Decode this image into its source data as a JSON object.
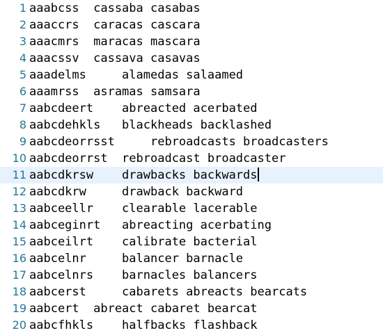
{
  "editor": {
    "lines": [
      {
        "number": "1",
        "text": "aaabcss  cassaba casabas"
      },
      {
        "number": "2",
        "text": "aaaccrs  caracas cascara"
      },
      {
        "number": "3",
        "text": "aaacmrs  maracas mascara"
      },
      {
        "number": "4",
        "text": "aaacssv  cassava casavas"
      },
      {
        "number": "5",
        "text": "aaadelms     alamedas salaamed"
      },
      {
        "number": "6",
        "text": "aaamrss  asramas samsara"
      },
      {
        "number": "7",
        "text": "aabcdeert    abreacted acerbated"
      },
      {
        "number": "8",
        "text": "aabcdehkls   blackheads backlashed"
      },
      {
        "number": "9",
        "text": "aabcdeorrsst     rebroadcasts broadcasters"
      },
      {
        "number": "10",
        "text": "aabcdeorrst  rebroadcast broadcaster"
      },
      {
        "number": "11",
        "text": "aabcdkrsw    drawbacks backwards"
      },
      {
        "number": "12",
        "text": "aabcdkrw     drawback backward"
      },
      {
        "number": "13",
        "text": "aabceellr    clearable lacerable"
      },
      {
        "number": "14",
        "text": "aabceginrt   abreacting acerbating"
      },
      {
        "number": "15",
        "text": "aabceilrt    calibrate bacterial"
      },
      {
        "number": "16",
        "text": "aabcelnr     balancer barnacle"
      },
      {
        "number": "17",
        "text": "aabcelnrs    barnacles balancers"
      },
      {
        "number": "18",
        "text": "aabcerst     cabarets abreacts bearcats"
      },
      {
        "number": "19",
        "text": "aabcert  abreact cabaret bearcat"
      },
      {
        "number": "20",
        "text": "aabcfhkls    halfbacks flashback"
      }
    ]
  }
}
